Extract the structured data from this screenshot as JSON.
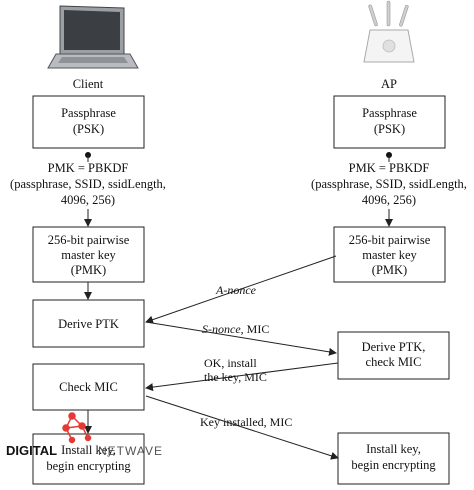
{
  "actors": {
    "client": "Client",
    "ap": "AP"
  },
  "client_passphrase": [
    "Passphrase",
    "(PSK)"
  ],
  "ap_passphrase": [
    "Passphrase",
    "(PSK)"
  ],
  "client_pmk_formula": [
    "PMK = PBKDF",
    "(passphrase, SSID, ssidLength,",
    "4096, 256)"
  ],
  "ap_pmk_formula": [
    "PMK = PBKDF",
    "(passphrase, SSID, ssidLength,",
    "4096, 256)"
  ],
  "client_master_key": [
    "256-bit pairwise",
    "master key",
    "(PMK)"
  ],
  "ap_master_key": [
    "256-bit pairwise",
    "master key",
    "(PMK)"
  ],
  "client_derive_ptk": "Derive PTK",
  "ap_derive_ptk": [
    "Derive PTK,",
    "check MIC"
  ],
  "client_check_mic": "Check MIC",
  "client_install": [
    "Install key,",
    "begin encrypting"
  ],
  "ap_install": [
    "Install key,",
    "begin encrypting"
  ],
  "messages": {
    "anonce": "A-nonce",
    "snonce_word": "S-nonce",
    "snonce_rest": ", MIC",
    "ok_install": [
      "OK, install",
      "the key, MIC"
    ],
    "key_installed": "Key installed, MIC"
  },
  "watermark": {
    "left": "DIGITAL",
    "right": "NETWAVE"
  },
  "colors": {
    "logo_red": "#e53935",
    "stroke": "#222222"
  }
}
